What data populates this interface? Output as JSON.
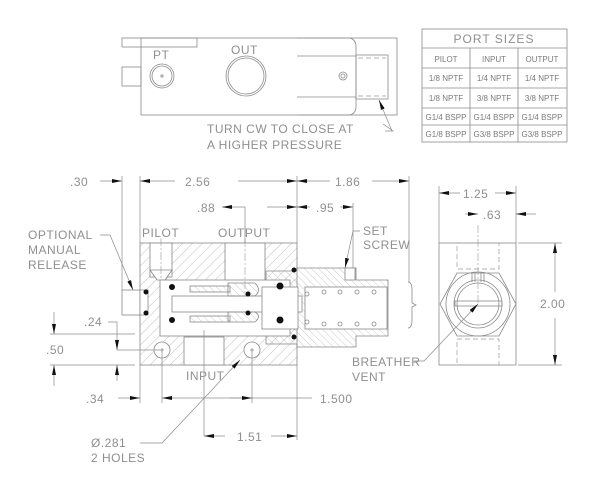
{
  "drawing": {
    "top_view": {
      "labels": {
        "pilot": "PT",
        "output": "OUT"
      },
      "note_line1": "TURN CW TO CLOSE AT",
      "note_line2": "A HIGHER PRESSURE"
    },
    "port_sizes": {
      "title": "PORT SIZES",
      "headers": [
        "PILOT",
        "INPUT",
        "OUTPUT"
      ],
      "rows": [
        [
          "1/8 NPTF",
          "1/4 NPTF",
          "1/4 NPTF"
        ],
        [
          "1/8 NPTF",
          "3/8 NPTF",
          "3/8 NPTF"
        ],
        [
          "G1/4 BSPP",
          "G1/4 BSPP",
          "G1/4 BSPP"
        ],
        [
          "G1/8 BSPP",
          "G3/8 BSPP",
          "G3/8 BSPP"
        ]
      ]
    },
    "section_view": {
      "labels": {
        "pilot": "PILOT",
        "output": "OUTPUT",
        "input": "INPUT",
        "set_screw_1": "SET",
        "set_screw_2": "SCREW",
        "manual_release_1": "OPTIONAL",
        "manual_release_2": "MANUAL",
        "manual_release_3": "RELEASE",
        "holes_1": "Ø.281",
        "holes_2": "2 HOLES"
      },
      "dimensions": {
        "left_overhang": ".30",
        "body_length": "2.56",
        "adjuster_length": "1.86",
        "output_offset": ".88",
        "setscrew_offset": ".95",
        "hole_from_bottom": ".24",
        "body_height_lower": ".50",
        "hole_from_left": ".34",
        "hole_spacing": "1.500",
        "input_offset": "1.51"
      }
    },
    "end_view": {
      "labels": {
        "breather_1": "BREATHER",
        "breather_2": "VENT"
      },
      "dimensions": {
        "width": "1.25",
        "half_width": ".63",
        "height": "2.00"
      }
    }
  }
}
